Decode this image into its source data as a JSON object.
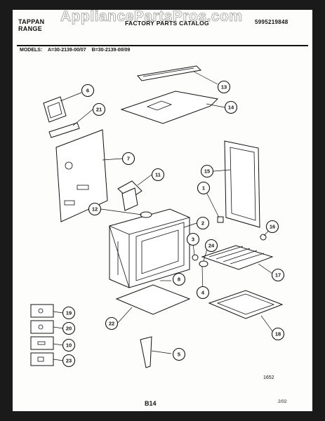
{
  "header": {
    "brand_line1": "TAPPAN",
    "brand_line2": "RANGE",
    "catalog_title": "FACTORY PARTS CATALOG",
    "part_number": "5995219848"
  },
  "watermark": "AppliancePartsPros.com",
  "models": {
    "label": "MODELS:",
    "model_a": "A=30-2139-00/07",
    "model_b": "B=30-2139-00/09"
  },
  "callouts": [
    "6",
    "21",
    "13",
    "14",
    "7",
    "11",
    "15",
    "12",
    "1",
    "2",
    "16",
    "3",
    "24",
    "17",
    "8",
    "4",
    "19",
    "20",
    "10",
    "23",
    "22",
    "5",
    "18"
  ],
  "footer": {
    "diagram_code": "1652",
    "page": "B14",
    "date_code": "2/02"
  }
}
